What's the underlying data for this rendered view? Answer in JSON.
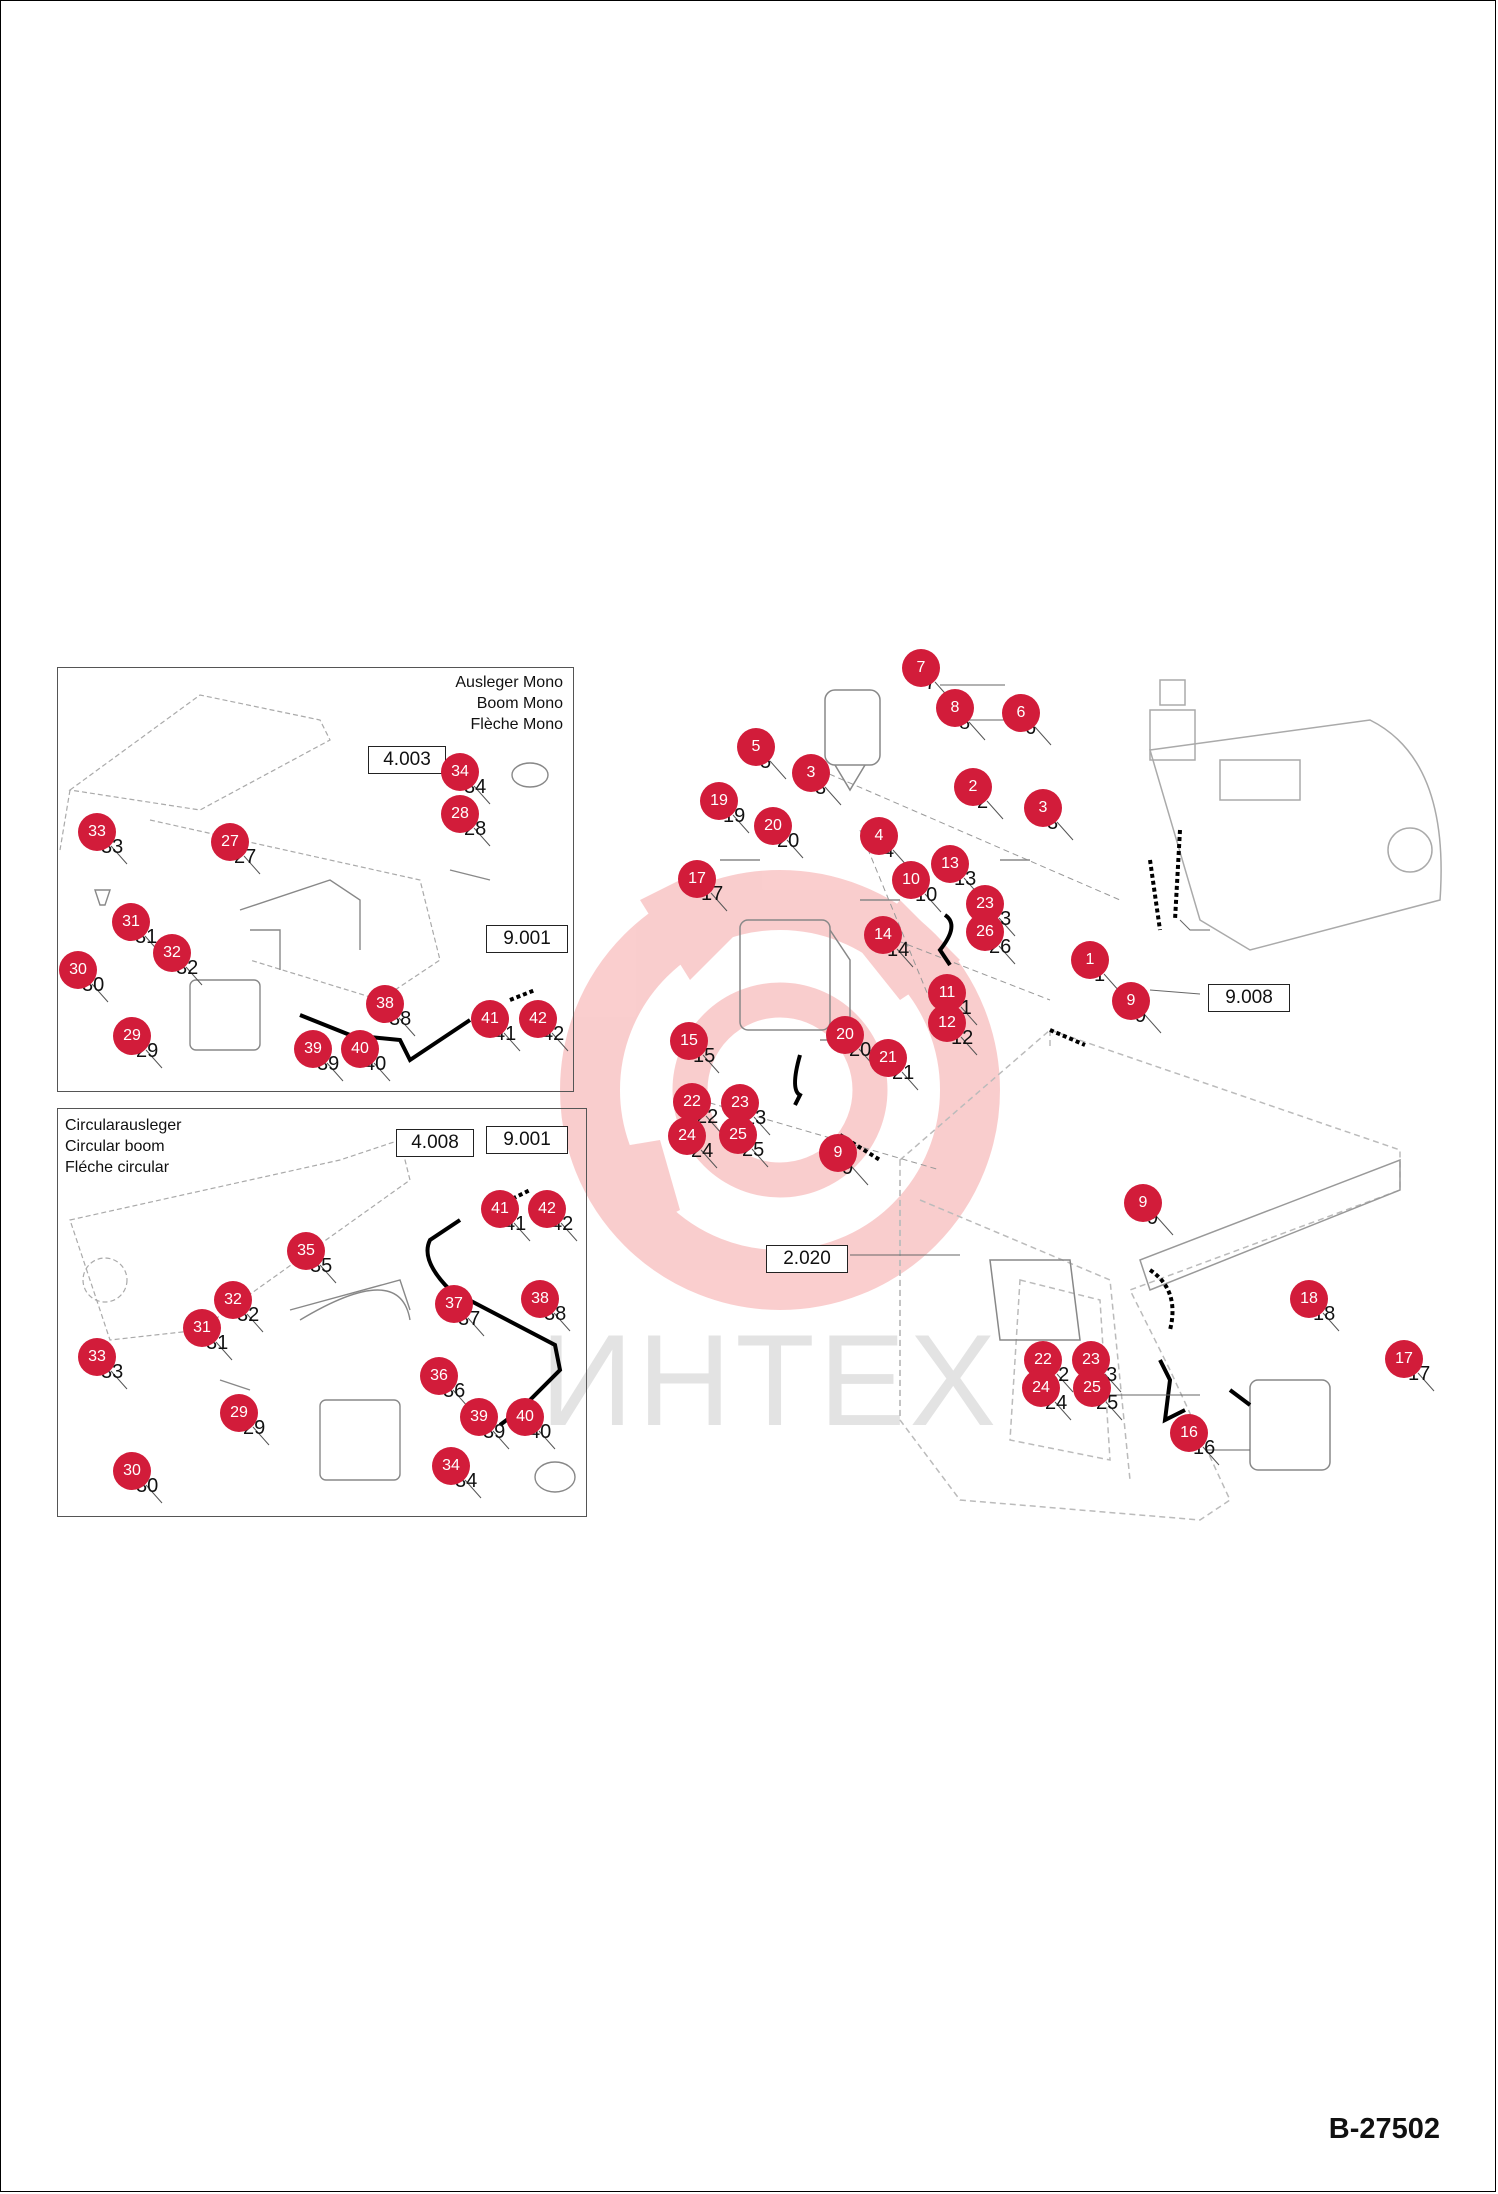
{
  "panels": {
    "mono": {
      "titles": [
        "Ausleger Mono",
        "Boom Mono",
        "Flèche Mono"
      ]
    },
    "circular": {
      "titles": [
        "Circularausleger",
        "Circular boom",
        "Fléche circular"
      ]
    }
  },
  "reference_boxes": [
    "4.003",
    "9.001",
    "4.008",
    "9.001",
    "9.008",
    "2.020"
  ],
  "callouts": [
    "7",
    "8",
    "6",
    "5",
    "3",
    "2",
    "3",
    "19",
    "20",
    "4",
    "10",
    "13",
    "17",
    "23",
    "26",
    "1",
    "9",
    "14",
    "11",
    "12",
    "15",
    "20",
    "21",
    "22",
    "23",
    "24",
    "25",
    "9",
    "9",
    "18",
    "17",
    "22",
    "23",
    "24",
    "25",
    "16",
    "34",
    "28",
    "33",
    "27",
    "31",
    "32",
    "30",
    "29",
    "38",
    "39",
    "40",
    "41",
    "42",
    "35",
    "32",
    "31",
    "33",
    "37",
    "38",
    "29",
    "36",
    "39",
    "40",
    "34",
    "30",
    "41",
    "42"
  ],
  "watermark": {
    "text": "ИНТЕХ",
    "colors": {
      "logo": "#f5a6a6",
      "callout": "#d21c3a"
    }
  },
  "page_number": "B-27502"
}
